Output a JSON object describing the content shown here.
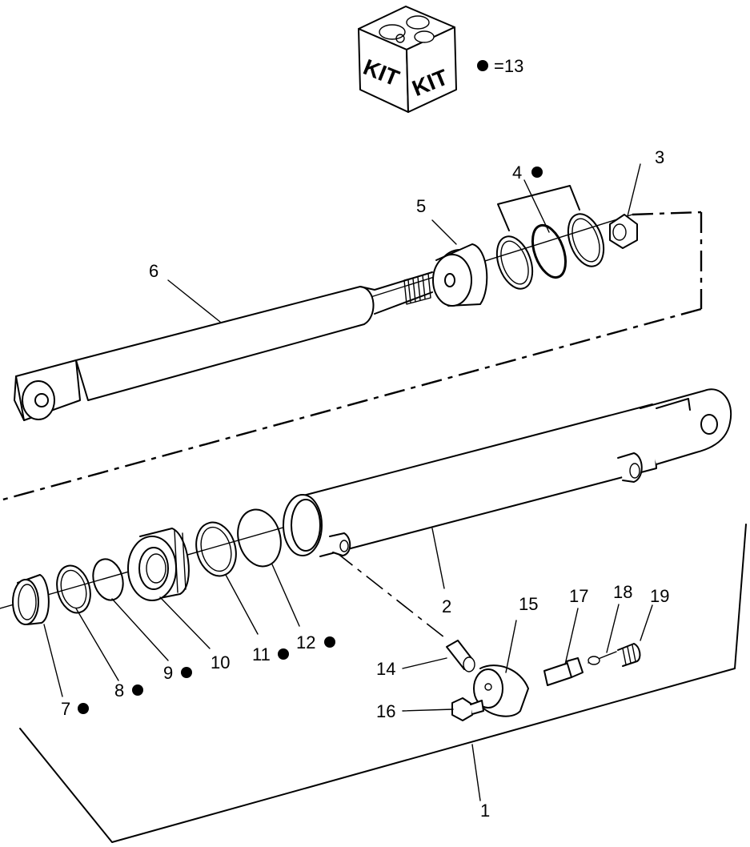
{
  "kit_box": {
    "side_a": "KIT",
    "side_b": "KIT"
  },
  "kit_legend": {
    "text": "=13"
  },
  "callouts": [
    {
      "id": "c1",
      "text": "1",
      "kit": false
    },
    {
      "id": "c2",
      "text": "2",
      "kit": false
    },
    {
      "id": "c3",
      "text": "3",
      "kit": false
    },
    {
      "id": "c4",
      "text": "4",
      "kit": true
    },
    {
      "id": "c5",
      "text": "5",
      "kit": false
    },
    {
      "id": "c6",
      "text": "6",
      "kit": false
    },
    {
      "id": "c7",
      "text": "7",
      "kit": true
    },
    {
      "id": "c8",
      "text": "8",
      "kit": true
    },
    {
      "id": "c9",
      "text": "9",
      "kit": true
    },
    {
      "id": "c10",
      "text": "10",
      "kit": false
    },
    {
      "id": "c11",
      "text": "11",
      "kit": true
    },
    {
      "id": "c12",
      "text": "12",
      "kit": true
    },
    {
      "id": "c14",
      "text": "14",
      "kit": false
    },
    {
      "id": "c15",
      "text": "15",
      "kit": false
    },
    {
      "id": "c16",
      "text": "16",
      "kit": false
    },
    {
      "id": "c17",
      "text": "17",
      "kit": false
    },
    {
      "id": "c18",
      "text": "18",
      "kit": false
    },
    {
      "id": "c19",
      "text": "19",
      "kit": false
    }
  ]
}
